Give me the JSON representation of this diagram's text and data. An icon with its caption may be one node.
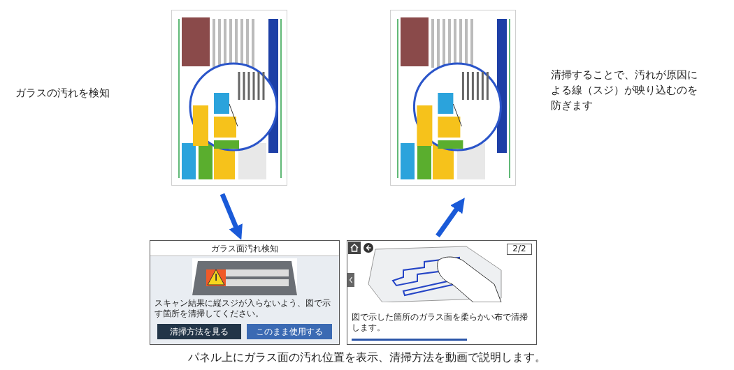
{
  "diagram": {
    "caption": "パネル上にガラス面の汚れ位置を表示、清掃方法を動画で説明します。",
    "nodes": [
      {
        "text": [],
        "shape": "picture"
      },
      {
        "text": [],
        "shape": "picture"
      },
      {
        "text": [
          "ガラス面汚れ検知",
          "スキャン結果に縦スジが入らないよう、図で示す箇所を清掃してください。",
          "清掃方法を見る",
          "このまま使用する"
        ]
      },
      {
        "text": [
          "2/2",
          "図で示した箇所のガラス面を柔らかい布で清掃します。"
        ]
      }
    ],
    "edges": [
      {
        "from": 0,
        "to": 2,
        "arrow": "to"
      },
      {
        "from": 3,
        "to": 1,
        "arrow": "to"
      }
    ],
    "labels": [
      "ガラスの汚れを検知",
      "清掃することで、汚れが原因による線（スジ）が映り込むのを防ぎます"
    ]
  }
}
